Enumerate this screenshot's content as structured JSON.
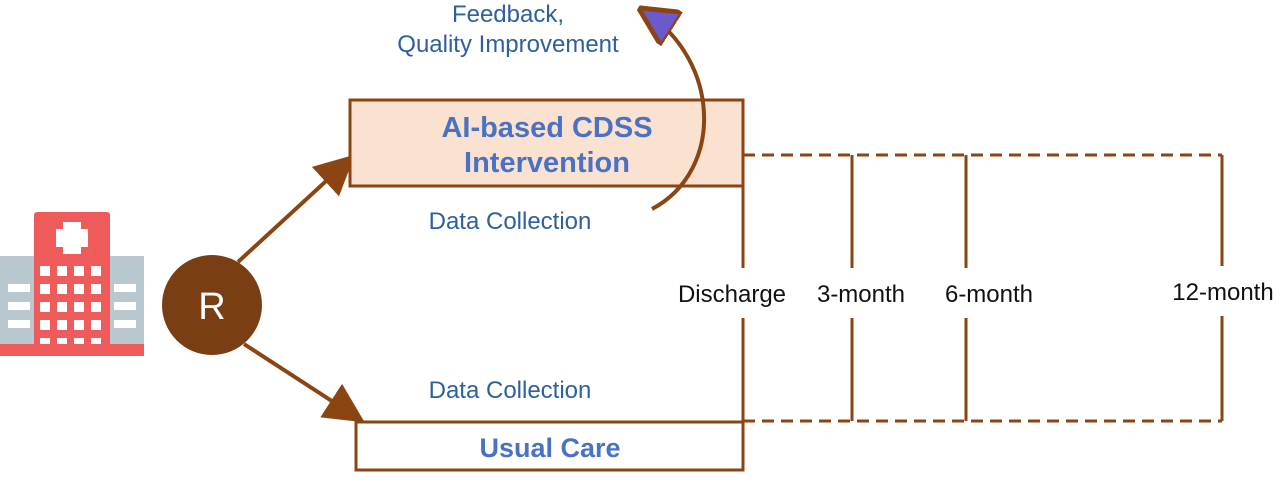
{
  "diagram": {
    "randomization_label": "R",
    "feedback_lines": [
      "Feedback,",
      "Quality Improvement"
    ],
    "intervention_lines": [
      "AI-based CDSS",
      "Intervention"
    ],
    "usual_care_label": "Usual Care",
    "data_collection_top": "Data Collection",
    "data_collection_bottom": "Data Collection",
    "timepoints": [
      "Discharge",
      "3-month",
      "6-month",
      "12-month"
    ]
  },
  "colors": {
    "line_brown": "#8b4513",
    "randomization_circle": "#7a3e14",
    "intervention_fill": "#fbe1cf",
    "label_blue": "#2e5f9e",
    "title_blue": "#4a72c4",
    "hospital_red": "#ef5b5b",
    "hospital_gray": "#b9c7cf"
  },
  "icons": {
    "hospital": "hospital-icon",
    "feedback_arrow": "curved-arrow-icon"
  }
}
